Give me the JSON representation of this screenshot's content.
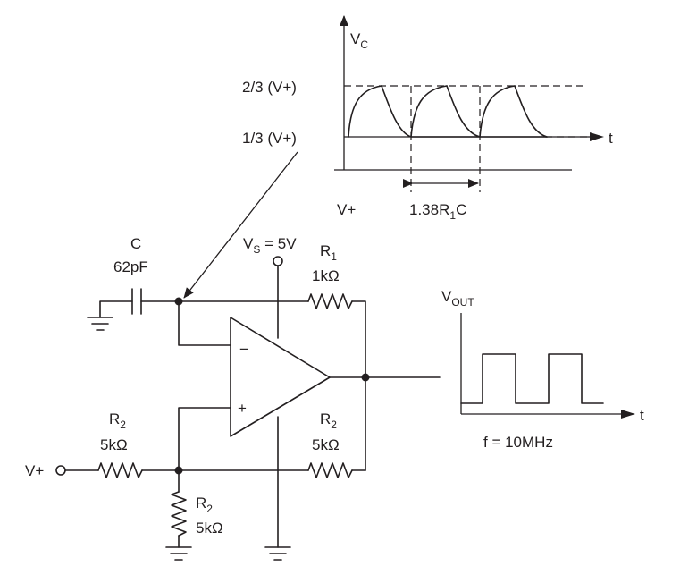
{
  "waveform_top": {
    "y_axis_name": "V",
    "y_axis_sub": "C",
    "level_high": "2/3 (V+)",
    "level_low": "1/3 (V+)",
    "x_axis": "t",
    "vplus_label": "V+",
    "period_main": "1.38R",
    "period_sub": "1",
    "period_tail": "C"
  },
  "supply": {
    "prefix": "V",
    "sub": "S",
    "suffix": " = 5V"
  },
  "capacitor": {
    "name": "C",
    "value": "62pF"
  },
  "r1": {
    "name": "R",
    "sub": "1",
    "value": "1kΩ"
  },
  "r2_left": {
    "name": "R",
    "sub": "2",
    "value": "5kΩ"
  },
  "r2_right": {
    "name": "R",
    "sub": "2",
    "value": "5kΩ"
  },
  "r2_bottom": {
    "name": "R",
    "sub": "2",
    "value": "5kΩ"
  },
  "opamp": {
    "minus": "−",
    "plus": "+"
  },
  "input": {
    "label": "V+"
  },
  "output_wave": {
    "y_axis_name": "V",
    "y_axis_sub": "OUT",
    "x_axis": "t",
    "frequency": "f = 10MHz"
  }
}
